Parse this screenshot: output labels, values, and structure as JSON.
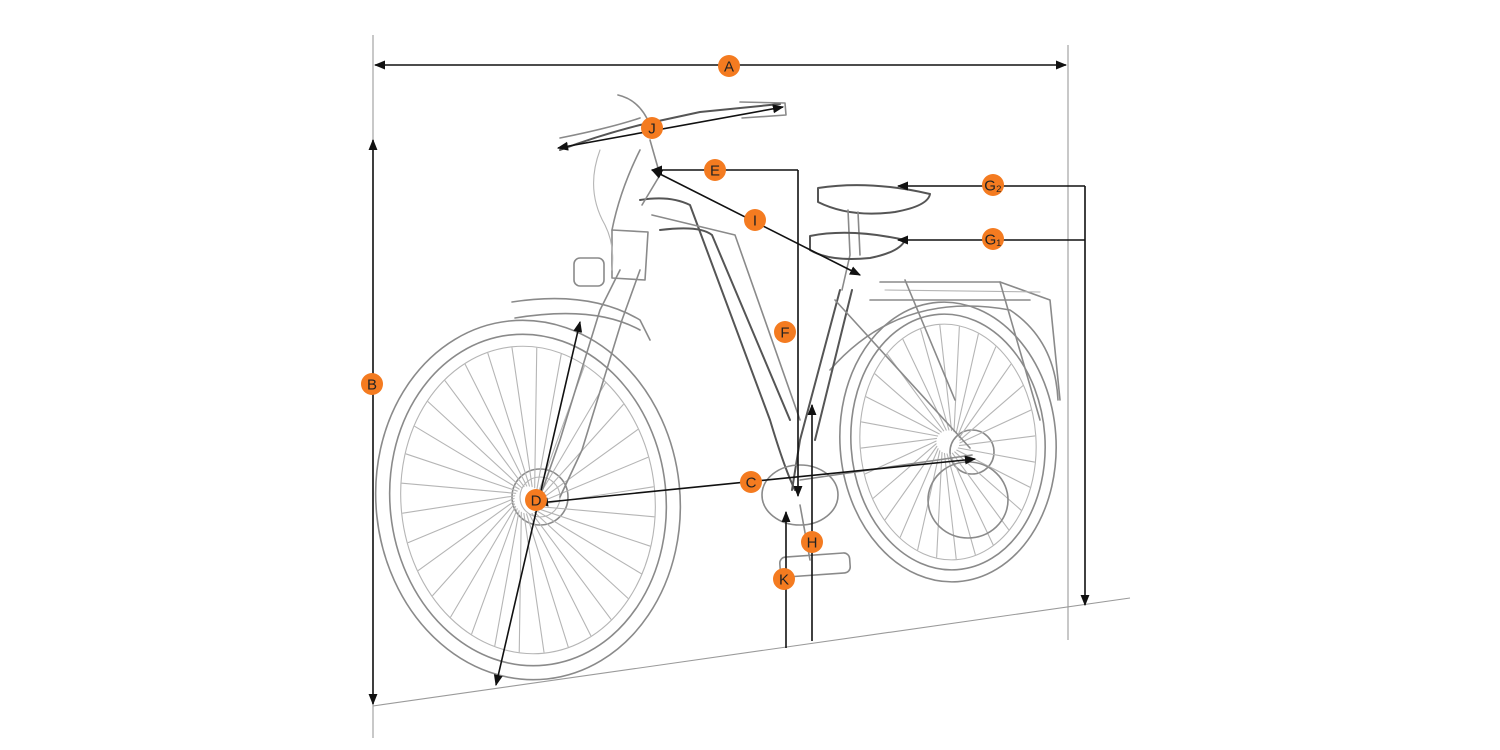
{
  "colors": {
    "badge": "#f47b20",
    "badge_text": "#222222",
    "dimension_line": "#111111",
    "sketch": "#8a8a8a"
  },
  "labels": {
    "A": "A",
    "B": "B",
    "C": "C",
    "D": "D",
    "E": "E",
    "F": "F",
    "G1": "G₁",
    "G2": "G₂",
    "H": "H",
    "I": "I",
    "J": "J",
    "K": "K"
  }
}
